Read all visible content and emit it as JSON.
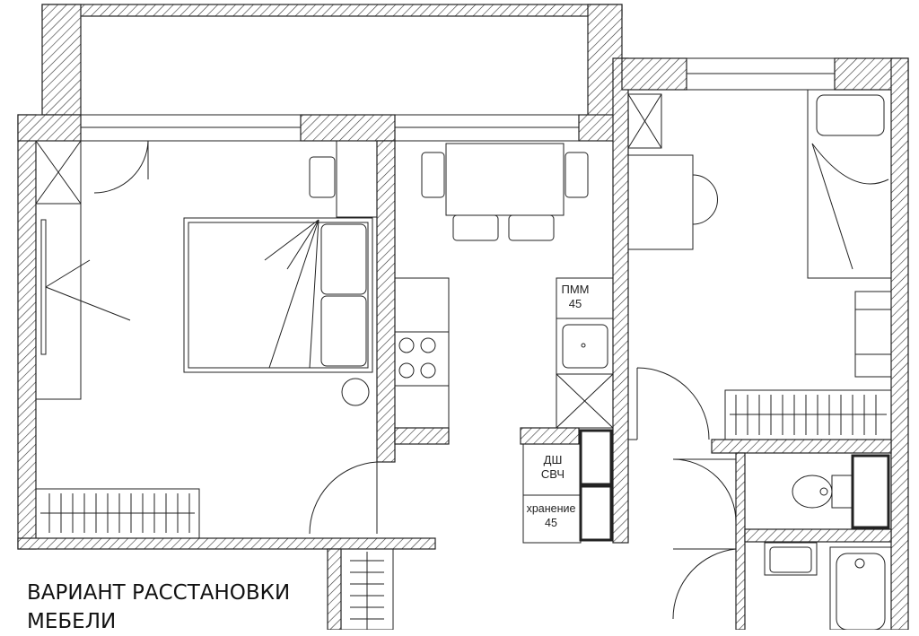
{
  "title": "ВАРИАНТ РАССТАНОВКИ МЕБЕЛИ",
  "title_line1": "ВАРИАНТ РАССТАНОВКИ",
  "title_line2": "МЕБЕЛИ",
  "kitchen": {
    "dishwasher_label": "ПММ",
    "dishwasher_width": "45",
    "appliance_label_1": "ДШ",
    "appliance_label_2": "СВЧ",
    "storage_label": "хранение",
    "storage_width": "45"
  },
  "colors": {
    "line": "#222222",
    "background": "#ffffff"
  }
}
